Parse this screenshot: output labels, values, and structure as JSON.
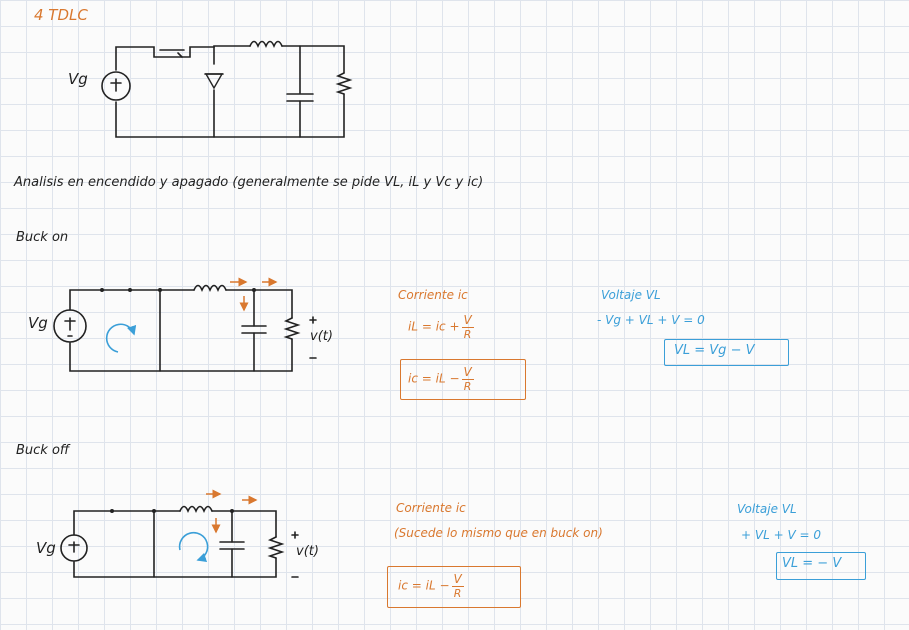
{
  "title": "4 TDLC",
  "analysis_heading": "Analisis en encendido y apagado (generalmente se pide VL, iL y Vc y ic)",
  "circuits": {
    "source_label": "Vg",
    "output_voltage": "v(t)"
  },
  "buck_on": {
    "heading": "Buck on",
    "current": {
      "title": "Corriente ic",
      "eq1_lhs": "iL = ic +",
      "eq2_lhs": "ic = iL −",
      "num": "V",
      "den": "R"
    },
    "voltage": {
      "title": "Voltaje VL",
      "kvl": "- Vg + VL + V = 0",
      "result": "VL = Vg − V"
    }
  },
  "buck_off": {
    "heading": "Buck off",
    "current": {
      "title": "Corriente ic",
      "note": "(Sucede lo mismo que en buck on)",
      "eq_lhs": "ic = iL −",
      "num": "V",
      "den": "R"
    },
    "voltage": {
      "title": "Voltaje VL",
      "kvl": "+ VL + V = 0",
      "result": "VL = − V"
    }
  }
}
